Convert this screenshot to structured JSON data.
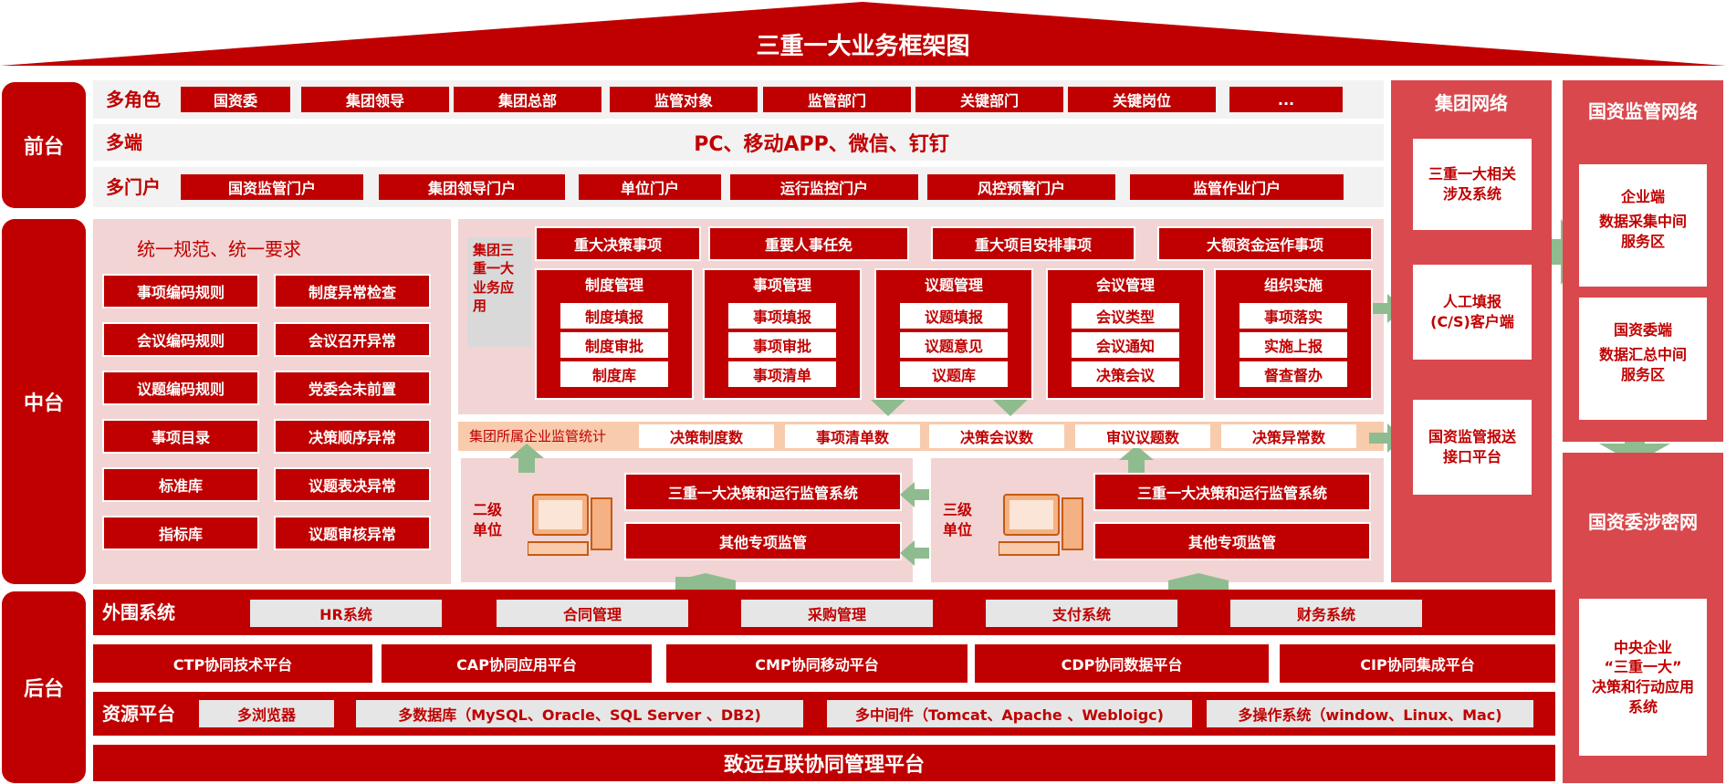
{
  "title": "三重一大业务框架图",
  "sections": {
    "front": "前台",
    "middle": "中台",
    "back": "后台"
  },
  "front": {
    "roles_label": "多角色",
    "roles": [
      "国资委",
      "集团领导",
      "集团总部",
      "监管对象",
      "监管部门",
      "关键部门",
      "关键岗位",
      "..."
    ],
    "ends_label": "多端",
    "ends": "PC、移动APP、微信、钉钉",
    "portals_label": "多门户",
    "portals": [
      "国资监管门户",
      "集团领导门户",
      "单位门户",
      "运行监控门户",
      "风控预警门户",
      "监管作业门户"
    ]
  },
  "middle": {
    "rules_title": "统一规范、统一要求",
    "rules": [
      "事项编码规则",
      "制度异常检查",
      "会议编码规则",
      "会议召开异常",
      "议题编码规则",
      "党委会未前置",
      "事项目录",
      "决策顺序异常",
      "标准库",
      "议题表决异常",
      "指标库",
      "议题审核异常"
    ],
    "app_label": "集团三重一大业务应用",
    "items": [
      "重大决策事项",
      "重要人事任免",
      "重大项目安排事项",
      "大额资金运作事项"
    ],
    "modules": [
      {
        "title": "制度管理",
        "subs": [
          "制度填报",
          "制度审批",
          "制度库"
        ]
      },
      {
        "title": "事项管理",
        "subs": [
          "事项填报",
          "事项审批",
          "事项清单"
        ]
      },
      {
        "title": "议题管理",
        "subs": [
          "议题填报",
          "议题意见",
          "议题库"
        ]
      },
      {
        "title": "会议管理",
        "subs": [
          "会议类型",
          "会议通知",
          "决策会议"
        ]
      },
      {
        "title": "组织实施",
        "subs": [
          "事项落实",
          "实施上报",
          "督查督办"
        ]
      }
    ],
    "stats_label": "集团所属企业监管统计",
    "stats": [
      "决策制度数",
      "事项清单数",
      "决策会议数",
      "审议议题数",
      "决策异常数"
    ],
    "level2_label": "二级单位",
    "level3_label": "三级单位",
    "system": "三重一大决策和运行监管系统",
    "other": "其他专项监管"
  },
  "group_network": {
    "title": "集团网络",
    "boxes": [
      "三重一大相关涉及系统",
      "人工填报(C/S)客户端",
      "国资监管报送接口平台"
    ]
  },
  "sasac_network": {
    "title": "国资监管网络",
    "enterprise": {
      "name": "企业端",
      "desc": "数据采集中间服务区"
    },
    "sasac": {
      "name": "国资委端",
      "desc": "数据汇总中间服务区"
    }
  },
  "secret_network": {
    "title": "国资委涉密网",
    "box_line1": "中央企业",
    "box_line2": "“三重一大”",
    "box_line3": "决策和行动应用系统"
  },
  "back": {
    "peripheral_label": "外围系统",
    "peripheral": [
      "HR系统",
      "合同管理",
      "采购管理",
      "支付系统",
      "财务系统"
    ],
    "platforms": [
      "CTP协同技术平台",
      "CAP协同应用平台",
      "CMP协同移动平台",
      "CDP协同数据平台",
      "CIP协同集成平台"
    ],
    "resource_label": "资源平台",
    "resources": [
      "多浏览器",
      "多数据库（MySQL、Oracle、SQL Server 、DB2)",
      "多中间件（Tomcat、Apache 、Webloigc)",
      "多操作系统（window、Linux、Mac)"
    ],
    "footer": "致远互联协同管理平台"
  },
  "colors": {
    "primary": "#c00000",
    "pink": "#f2d4d4",
    "arrow": "#8fbc8f"
  }
}
